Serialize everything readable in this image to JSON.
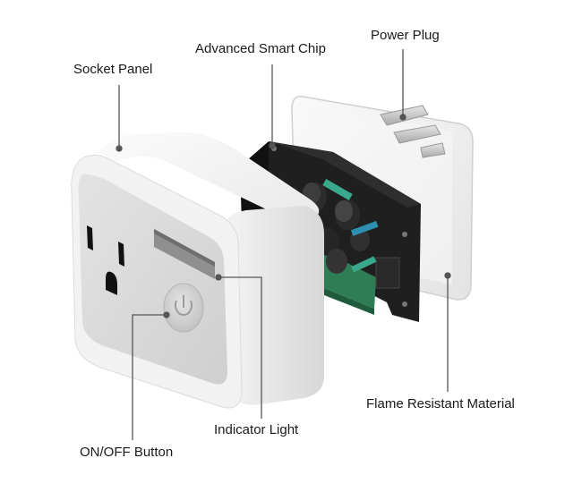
{
  "labels": {
    "socket_panel": "Socket Panel",
    "smart_chip": "Advanced Smart Chip",
    "power_plug": "Power Plug",
    "flame_resistant": "Flame Resistant Material",
    "indicator_light": "Indicator Light",
    "on_off_button": "ON/OFF Button"
  },
  "colors": {
    "shell": "#f1f1f1",
    "face": "#d9d9d9",
    "board_green": "#2f7d55",
    "housing_black": "#1b1b1b",
    "indicator": "#8f8f8f"
  }
}
